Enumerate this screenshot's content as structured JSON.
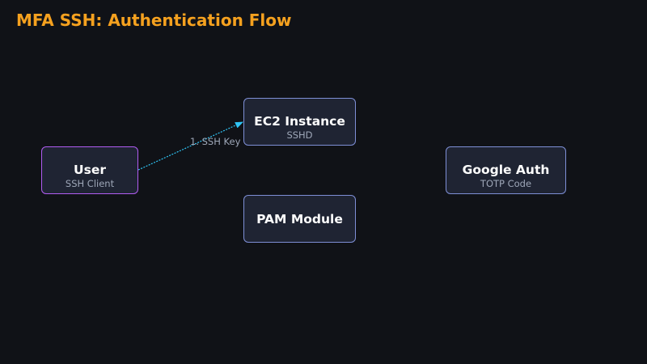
{
  "title": "MFA SSH: Authentication Flow",
  "colors": {
    "background": "#101217",
    "title": "#f5a11f",
    "node_fill": "#1f2433",
    "node_border": "#7e8fd6",
    "user_border": "#b15cf2",
    "arrow": "#2fc4f5",
    "subtext": "#9ea7b8"
  },
  "nodes": {
    "user": {
      "label": "User",
      "sub": "SSH Client"
    },
    "ec2": {
      "label": "EC2 Instance",
      "sub": "SSHD"
    },
    "google": {
      "label": "Google Auth",
      "sub": "TOTP Code"
    },
    "pam": {
      "label": "PAM Module"
    }
  },
  "edges": [
    {
      "from": "user",
      "to": "ec2",
      "label": "1. SSH Key",
      "style": "dashed"
    }
  ]
}
